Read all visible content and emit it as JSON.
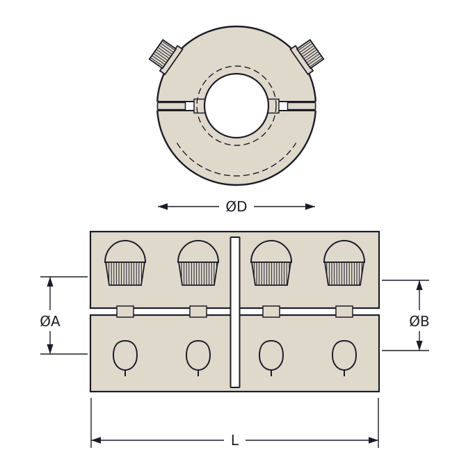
{
  "drawing": {
    "colors": {
      "body_fill": "#DFD9CC",
      "line_color": "#1C1C28",
      "background": "#FFFFFF"
    },
    "end_view": {
      "outer_diameter_label": "ØD"
    },
    "side_view": {
      "bore_a_label": "ØA",
      "bore_b_label": "ØB",
      "length_label": "L"
    }
  }
}
